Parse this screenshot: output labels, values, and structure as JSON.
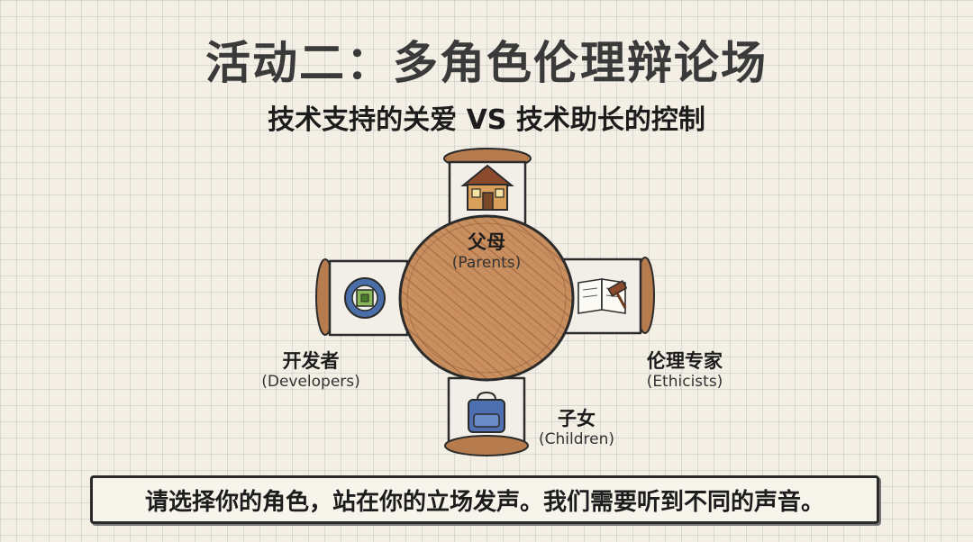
{
  "title": "活动二：多角色伦理辩论场",
  "subtitle": "技术支持的关爱 VS 技术助长的控制",
  "roles": {
    "parents": {
      "cn": "父母",
      "en": "(Parents)",
      "icon": "house-icon"
    },
    "developers": {
      "cn": "开发者",
      "en": "(Developers)",
      "icon": "gear-chip-icon"
    },
    "ethicists": {
      "cn": "伦理专家",
      "en": "(Ethicists)",
      "icon": "book-gavel-icon"
    },
    "children": {
      "cn": "子女",
      "en": "(Children)",
      "icon": "backpack-icon"
    }
  },
  "banner": "请选择你的角色，站在你的立场发声。我们需要听到不同的声音。",
  "colors": {
    "table": "#c98f5f",
    "chair_wood": "#b77c4d",
    "seat": "#f2efe8",
    "outline": "#2b2b2b"
  }
}
